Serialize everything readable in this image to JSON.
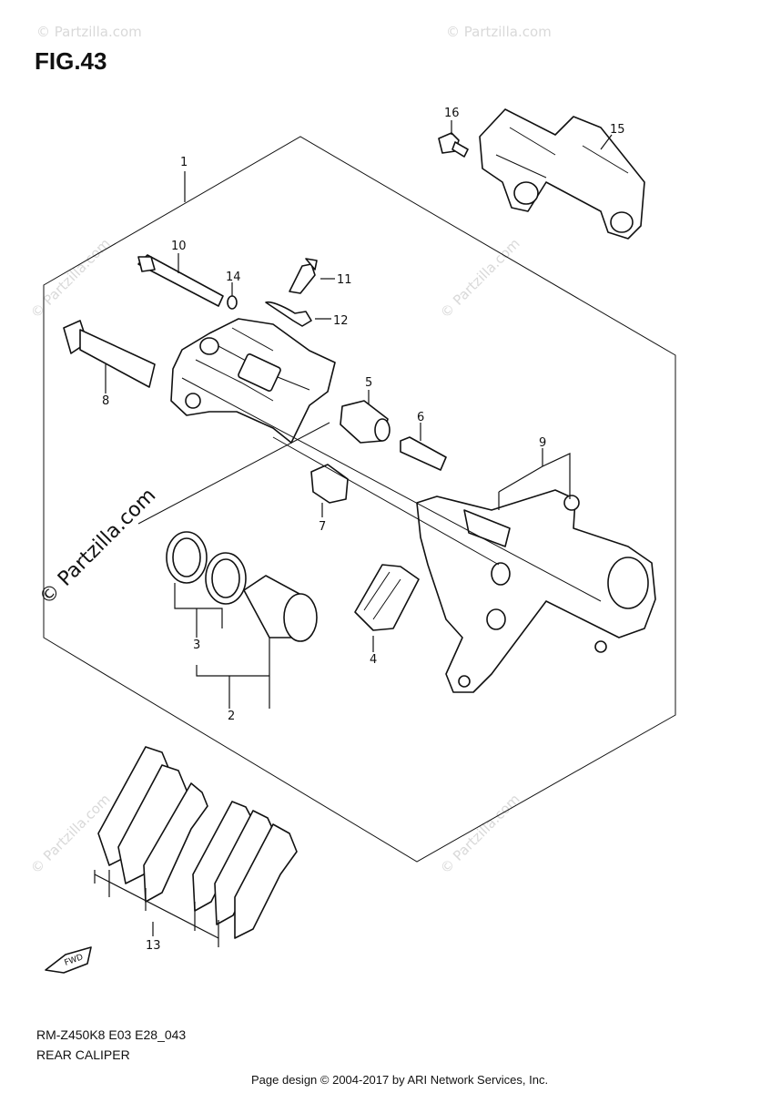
{
  "figure": {
    "title": "FIG.43",
    "model_code": "RM-Z450K8 E03 E28_043",
    "caption": "REAR CALIPER",
    "copyright": "Page design © 2004-2017 by ARI Network Services, Inc."
  },
  "watermark": {
    "text": "© Partzilla.com",
    "small_text": "© Partzilla.com"
  },
  "fwd_label": "FWD",
  "callouts": {
    "c1": "1",
    "c2": "2",
    "c3": "3",
    "c4": "4",
    "c5": "5",
    "c6": "6",
    "c7": "7",
    "c8": "8",
    "c9": "9",
    "c10": "10",
    "c11": "11",
    "c12": "12",
    "c13": "13",
    "c14": "14",
    "c15": "15",
    "c16": "16"
  }
}
